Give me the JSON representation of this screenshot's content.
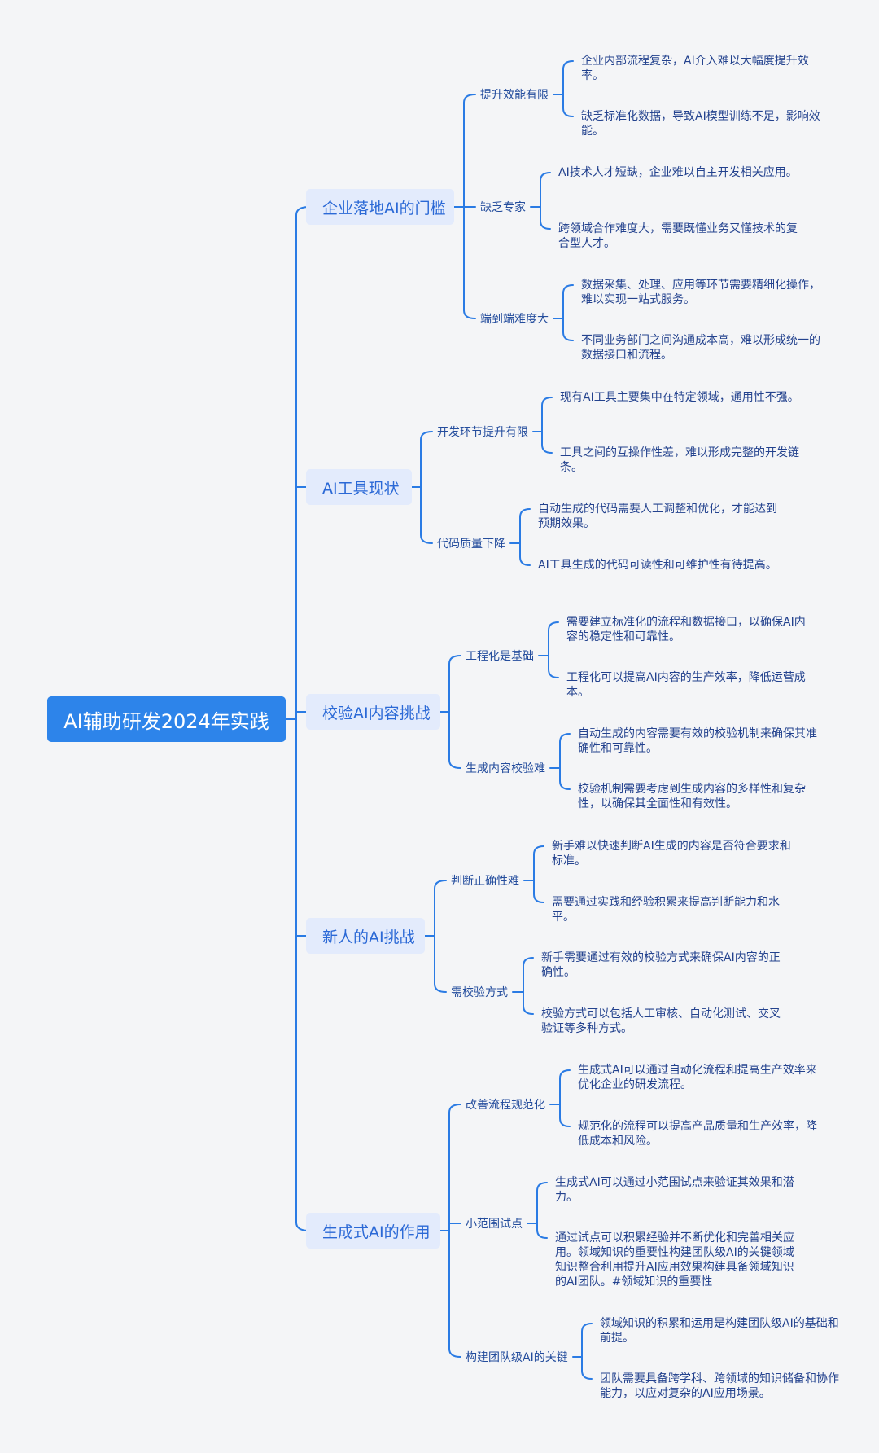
{
  "root": "AI辅助研发2024年实践",
  "line_color": "#2a7be4",
  "branches": [
    {
      "label": "企业落地AI的门槛",
      "children": [
        {
          "label": "提升效能有限",
          "leaves": [
            "企业内部流程复杂，AI介入难以大幅度提升效率。",
            "缺乏标准化数据，导致AI模型训练不足，影响效能。"
          ]
        },
        {
          "label": "缺乏专家",
          "leaves": [
            "AI技术人才短缺，企业难以自主开发相关应用。",
            "跨领域合作难度大，需要既懂业务又懂技术的复合型人才。"
          ]
        },
        {
          "label": "端到端难度大",
          "leaves": [
            "数据采集、处理、应用等环节需要精细化操作，难以实现一站式服务。",
            "不同业务部门之间沟通成本高，难以形成统一的数据接口和流程。"
          ]
        }
      ]
    },
    {
      "label": "AI工具现状",
      "children": [
        {
          "label": "开发环节提升有限",
          "leaves": [
            "现有AI工具主要集中在特定领域，通用性不强。",
            "工具之间的互操作性差，难以形成完整的开发链条。"
          ]
        },
        {
          "label": "代码质量下降",
          "leaves": [
            "自动生成的代码需要人工调整和优化，才能达到预期效果。",
            "AI工具生成的代码可读性和可维护性有待提高。"
          ]
        }
      ]
    },
    {
      "label": "校验AI内容挑战",
      "children": [
        {
          "label": "工程化是基础",
          "leaves": [
            "需要建立标准化的流程和数据接口，以确保AI内容的稳定性和可靠性。",
            "工程化可以提高AI内容的生产效率，降低运营成本。"
          ]
        },
        {
          "label": "生成内容校验难",
          "leaves": [
            "自动生成的内容需要有效的校验机制来确保其准确性和可靠性。",
            "校验机制需要考虑到生成内容的多样性和复杂性，以确保其全面性和有效性。"
          ]
        }
      ]
    },
    {
      "label": "新人的AI挑战",
      "children": [
        {
          "label": "判断正确性难",
          "leaves": [
            "新手难以快速判断AI生成的内容是否符合要求和标准。",
            "需要通过实践和经验积累来提高判断能力和水平。"
          ]
        },
        {
          "label": "需校验方式",
          "leaves": [
            "新手需要通过有效的校验方式来确保AI内容的正确性。",
            "校验方式可以包括人工审核、自动化测试、交叉验证等多种方式。"
          ]
        }
      ]
    },
    {
      "label": "生成式AI的作用",
      "children": [
        {
          "label": "改善流程规范化",
          "leaves": [
            "生成式AI可以通过自动化流程和提高生产效率来优化企业的研发流程。",
            "规范化的流程可以提高产品质量和生产效率，降低成本和风险。"
          ]
        },
        {
          "label": "小范围试点",
          "leaves": [
            "生成式AI可以通过小范围试点来验证其效果和潜力。",
            "通过试点可以积累经验并不断优化和完善相关应用。领域知识的重要性构建团队级AI的关键领域知识整合利用提升AI应用效果构建具备领域知识的AI团队。#领域知识的重要性"
          ]
        },
        {
          "label": "构建团队级AI的关键",
          "leaves": [
            "领域知识的积累和运用是构建团队级AI的基础和前提。",
            "团队需要具备跨学科、跨领域的知识储备和协作能力，以应对复杂的AI应用场景。"
          ]
        }
      ]
    }
  ]
}
